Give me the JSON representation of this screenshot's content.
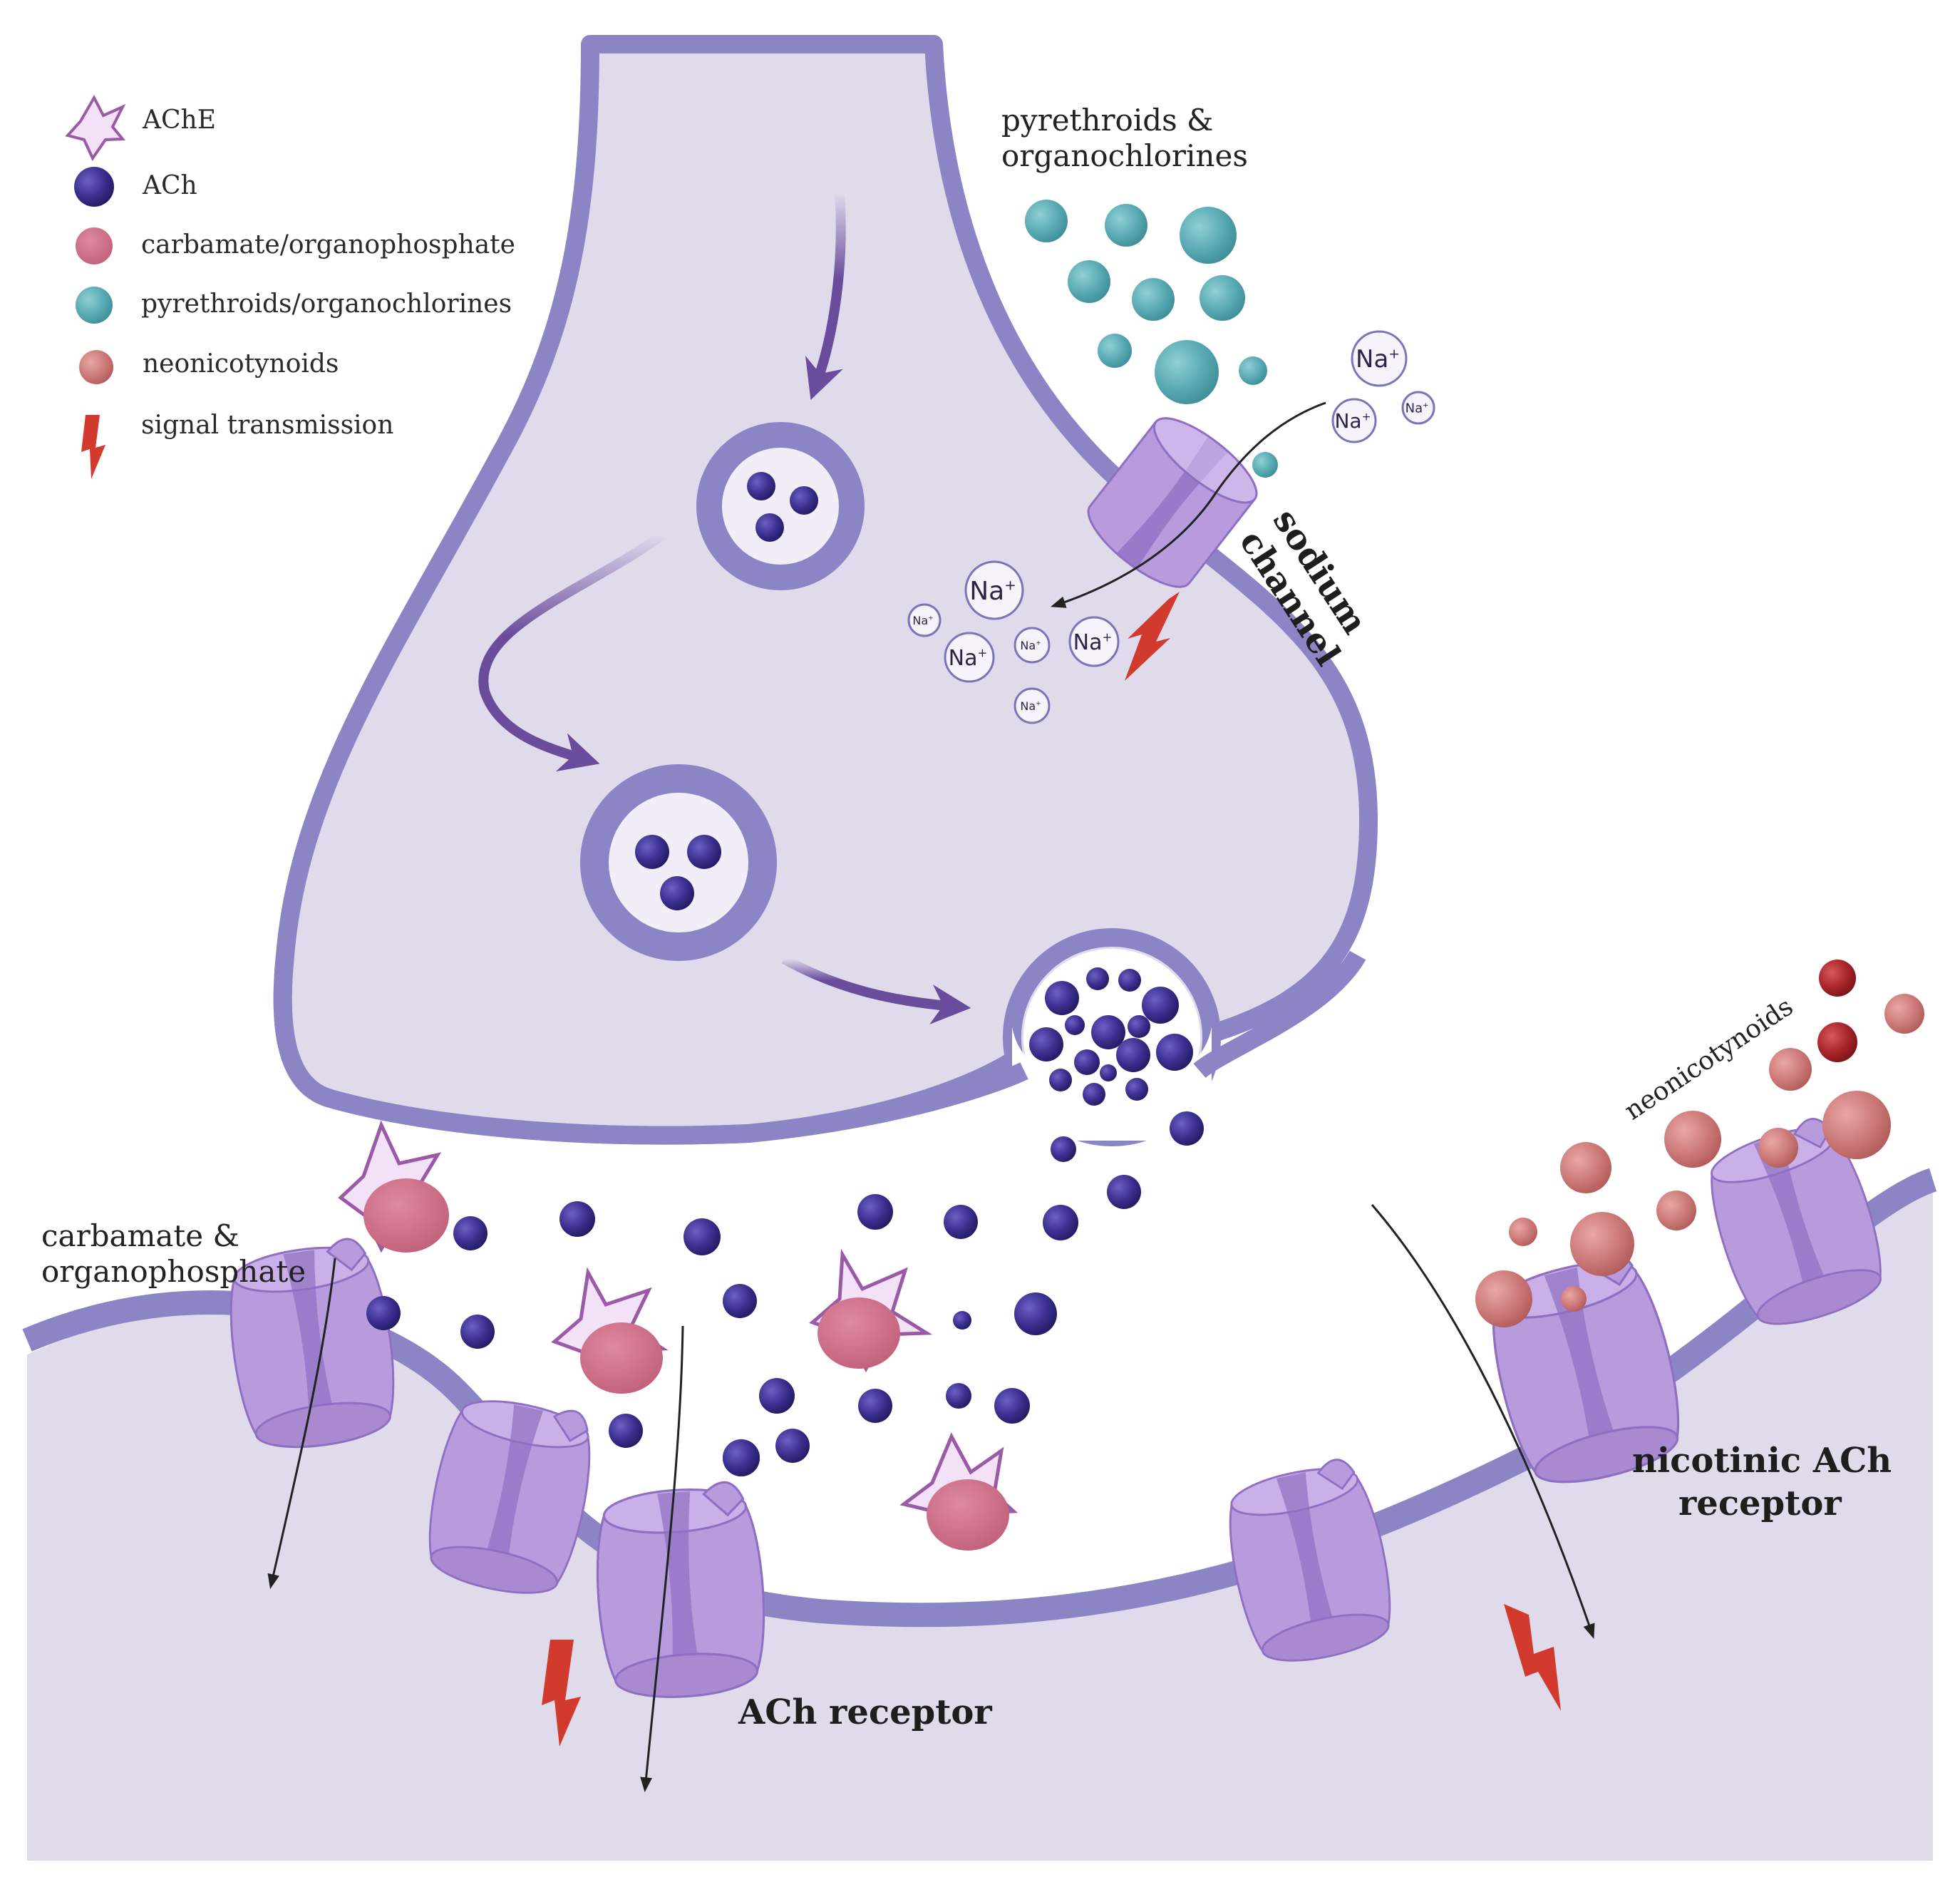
{
  "colors": {
    "cytoplasm": "#e0dbeb",
    "membrane": "#8b85c6",
    "membrane_dark": "#7a74b8",
    "vesicle_inner": "#f1eef8",
    "ach": "#3a2f8e",
    "ach_dark": "#241b63",
    "ache_fill": "#f3e2f7",
    "ache_stroke": "#9b5aa8",
    "carbamate": "#c86780",
    "pyrethroid": "#5aaab3",
    "neonic": "#cc7a78",
    "neonic_dark": "#a8252a",
    "signal": "#d13a2c",
    "channel": "#b79bdc",
    "channel_dark": "#8f6fc2",
    "arrow": "#6a4c9c"
  },
  "legend": {
    "items": [
      {
        "icon": "ache-star-icon",
        "label": "AChE"
      },
      {
        "icon": "ach-molecule-icon",
        "label": "ACh"
      },
      {
        "icon": "carbamate-molecule-icon",
        "label": "carbamate/organophosphate"
      },
      {
        "icon": "pyrethroid-molecule-icon",
        "label": "pyrethroids/organochlorines"
      },
      {
        "icon": "neonicotinoid-molecule-icon",
        "label": "neonicotynoids"
      },
      {
        "icon": "signal-bolt-icon",
        "label": "signal transmission"
      }
    ]
  },
  "labels": {
    "pyrethroids_line1": "pyrethroids &",
    "pyrethroids_line2": "organochlorines",
    "sodium_line1": "sodium",
    "sodium_line2": "channel",
    "carbamate_line1": "carbamate &",
    "carbamate_line2": "organophosphate",
    "neonicotinoids": "neonicotynoids",
    "ach_receptor": "ACh receptor",
    "nicotinic_line1": "nicotinic ACh",
    "nicotinic_line2": "receptor"
  },
  "na_ion": {
    "symbol": "Na",
    "charge": "+"
  }
}
